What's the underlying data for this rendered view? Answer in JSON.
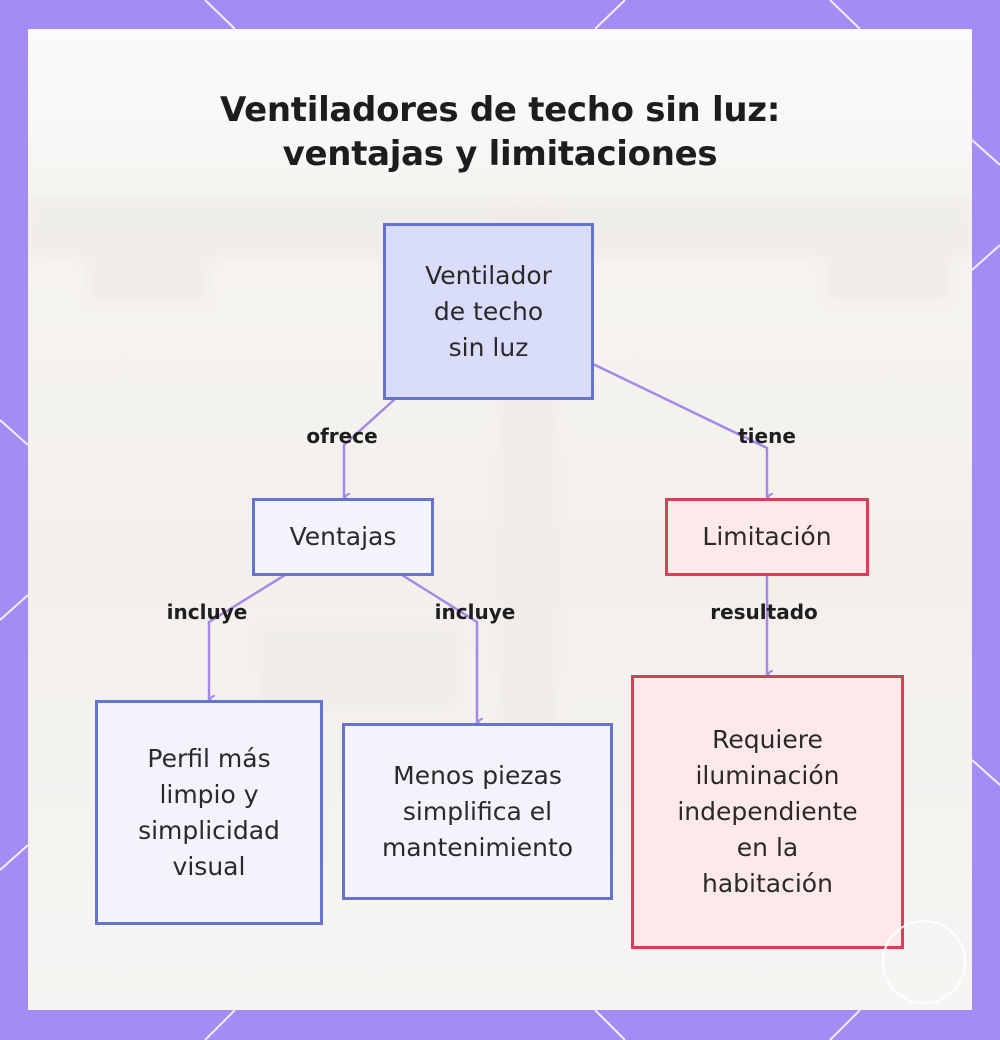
{
  "title": {
    "line1": "Ventiladores de techo sin luz:",
    "line2": "ventajas y limitaciones"
  },
  "nodes": {
    "root": "Ventilador\nde techo\nsin luz",
    "ventajas": "Ventajas",
    "limitacion": "Limitación",
    "perfil": "Perfil más\nlimpio y\nsimplicidad\nvisual",
    "menos_piezas": "Menos piezas\nsimplifica el\nmantenimiento",
    "requiere": "Requiere\niluminación\nindependiente\nen la\nhabitación"
  },
  "edges": {
    "ofrece": "ofrece",
    "tiene": "tiene",
    "incluye_1": "incluye",
    "incluye_2": "incluye",
    "resultado": "resultado"
  },
  "colors": {
    "frame": "#a38cf4",
    "edge": "#a688e8",
    "blue_border": "#6774cf",
    "red_border": "#d04257"
  }
}
